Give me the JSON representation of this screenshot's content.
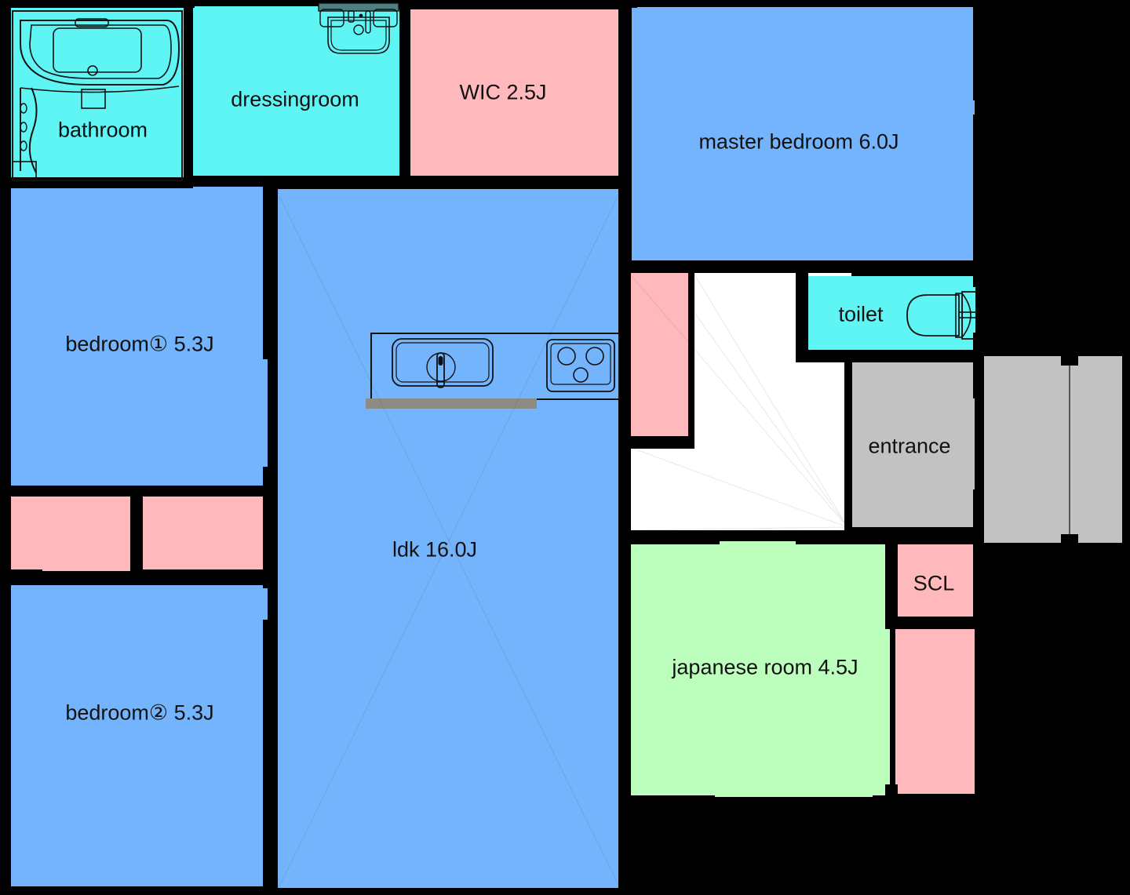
{
  "plan": {
    "title": "residential floor plan",
    "units_note": "J",
    "palette": {
      "wall": "#000000",
      "bedroom_blue": "#74b4fc",
      "closet_pink": "#ffb9bd",
      "wet_cyan": "#5ff5f5",
      "tatami_green": "#bcffbc",
      "entrance_gray": "#c2c2c2",
      "corridor_white": "#ffffff",
      "counter_gray": "#8c8c85",
      "text": "#111111"
    }
  },
  "rooms": [
    {
      "id": "bathroom",
      "label": "bathroom",
      "color": "wet_cyan"
    },
    {
      "id": "dressingroom",
      "label": "dressingroom",
      "color": "wet_cyan"
    },
    {
      "id": "wic",
      "label": "WIC 2.5J",
      "color": "closet_pink"
    },
    {
      "id": "master_bedroom",
      "label": "master bedroom 6.0J",
      "color": "bedroom_blue"
    },
    {
      "id": "bedroom1",
      "label": "bedroom① 5.3J",
      "color": "bedroom_blue"
    },
    {
      "id": "bedroom2",
      "label": "bedroom② 5.3J",
      "color": "bedroom_blue"
    },
    {
      "id": "ldk",
      "label": "ldk 16.0J",
      "color": "bedroom_blue"
    },
    {
      "id": "toilet",
      "label": "toilet",
      "color": "wet_cyan"
    },
    {
      "id": "entrance",
      "label": "entrance",
      "color": "entrance_gray"
    },
    {
      "id": "scl",
      "label": "SCL",
      "color": "closet_pink"
    },
    {
      "id": "japanese_room",
      "label": "japanese room 4.5J",
      "color": "tatami_green"
    }
  ],
  "unlabeled_areas": [
    {
      "id": "closet-bedroom1",
      "color": "closet_pink"
    },
    {
      "id": "closet-bedroom2",
      "color": "closet_pink"
    },
    {
      "id": "pantry-closet",
      "color": "closet_pink"
    },
    {
      "id": "scl-lower",
      "color": "closet_pink"
    },
    {
      "id": "hallway",
      "color": "corridor_white"
    },
    {
      "id": "porch",
      "color": "entrance_gray"
    }
  ],
  "fixtures": [
    {
      "id": "bathtub",
      "room": "bathroom",
      "icon": "bathtub-icon"
    },
    {
      "id": "shower",
      "room": "bathroom",
      "icon": "shower-icon"
    },
    {
      "id": "washbasin",
      "room": "dressingroom",
      "icon": "washbasin-icon"
    },
    {
      "id": "kitchen-sink",
      "room": "ldk",
      "icon": "sink-icon"
    },
    {
      "id": "cooktop",
      "room": "ldk",
      "icon": "stove-icon"
    },
    {
      "id": "toilet-bowl",
      "room": "toilet",
      "icon": "toilet-icon"
    }
  ]
}
